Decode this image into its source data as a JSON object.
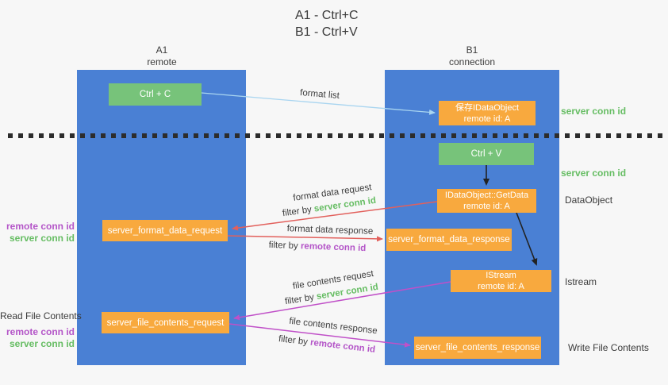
{
  "title": {
    "line1": "A1 - Ctrl+C",
    "line2": "B1 - Ctrl+V"
  },
  "lanes": {
    "left": {
      "name": "A1",
      "role": "remote"
    },
    "right": {
      "name": "B1",
      "role": "connection"
    }
  },
  "nodes": {
    "ctrl_c": {
      "label": "Ctrl + C"
    },
    "ctrl_v": {
      "label": "Ctrl + V"
    },
    "save_dataobject": {
      "line1": "保存IDataObject",
      "line2": "remote id: A"
    },
    "getdata": {
      "line1": "IDataObject::GetData",
      "line2": "remote id: A"
    },
    "istream": {
      "line1": "IStream",
      "line2": "remote id: A"
    },
    "format_request": {
      "label": "server_format_data_request"
    },
    "format_response": {
      "label": "server_format_data_response"
    },
    "file_request": {
      "label": "server_file_contents_request"
    },
    "file_response": {
      "label": "server_file_contents_response"
    }
  },
  "edges": {
    "format_list": {
      "label": "format list"
    },
    "format_request": {
      "label": "format data request",
      "filter_prefix": "filter by",
      "filter_key": "server conn id"
    },
    "format_response": {
      "label": "format data response",
      "filter_prefix": "filter by",
      "filter_key": "remote conn id"
    },
    "file_request": {
      "label": "file contents request",
      "filter_prefix": "filter by",
      "filter_key": "server conn id"
    },
    "file_response": {
      "label": "file contents response",
      "filter_prefix": "filter by",
      "filter_key": "remote conn id"
    }
  },
  "annotations": {
    "server_conn_id_top": "server conn id",
    "server_conn_id_mid": "server conn id",
    "dataobject": "DataObject",
    "istream": "Istream",
    "format_remote_conn_id": "remote conn id",
    "format_server_conn_id": "server conn id",
    "read_file_contents": "Read File Contents",
    "file_remote_conn_id": "remote conn id",
    "file_server_conn_id": "server conn id",
    "write_file_contents": "Write File Contents"
  },
  "colors": {
    "lane_blue": "#4a80d4",
    "action_green": "#77c37a",
    "object_orange": "#f8a93e",
    "arrow_format_list": "#a9d5f0",
    "arrow_format": "#e2605c",
    "arrow_file": "#c050c8",
    "arrow_sync": "#222222",
    "server_conn_id_green": "#66bd63",
    "remote_conn_id_purple": "#b455c8"
  }
}
